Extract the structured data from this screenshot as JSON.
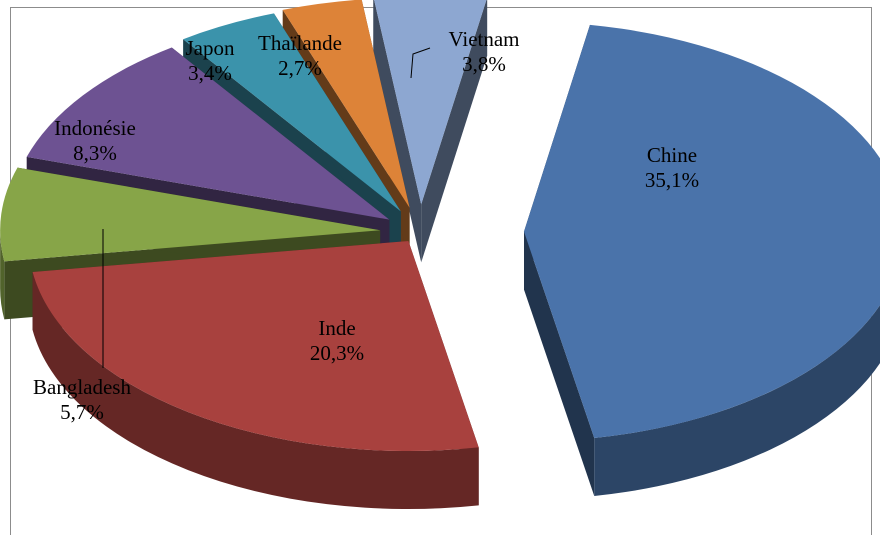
{
  "chart_data": {
    "type": "pie",
    "title": "",
    "style": "3d-exploded",
    "slices": [
      {
        "label": "Chine",
        "value": 35.1,
        "display": "35,1%",
        "color": "#4a73aa",
        "label_position": "inside"
      },
      {
        "label": "Inde",
        "value": 20.3,
        "display": "20,3%",
        "color": "#a8413e",
        "label_position": "inside"
      },
      {
        "label": "Bangladesh",
        "value": 5.7,
        "display": "5,7%",
        "color": "#87a548",
        "label_position": "outside-with-leader"
      },
      {
        "label": "Indonésie",
        "value": 8.3,
        "display": "8,3%",
        "color": "#6d5292",
        "label_position": "outside"
      },
      {
        "label": "Japon",
        "value": 3.4,
        "display": "3,4%",
        "color": "#3b93ab",
        "label_position": "outside"
      },
      {
        "label": "Thaïlande",
        "value": 2.7,
        "display": "2,7%",
        "color": "#dd8338",
        "label_position": "outside"
      },
      {
        "label": "Vietnam",
        "value": 3.8,
        "display": "3,8%",
        "color": "#8da7d1",
        "label_position": "outside-with-leader"
      }
    ]
  }
}
